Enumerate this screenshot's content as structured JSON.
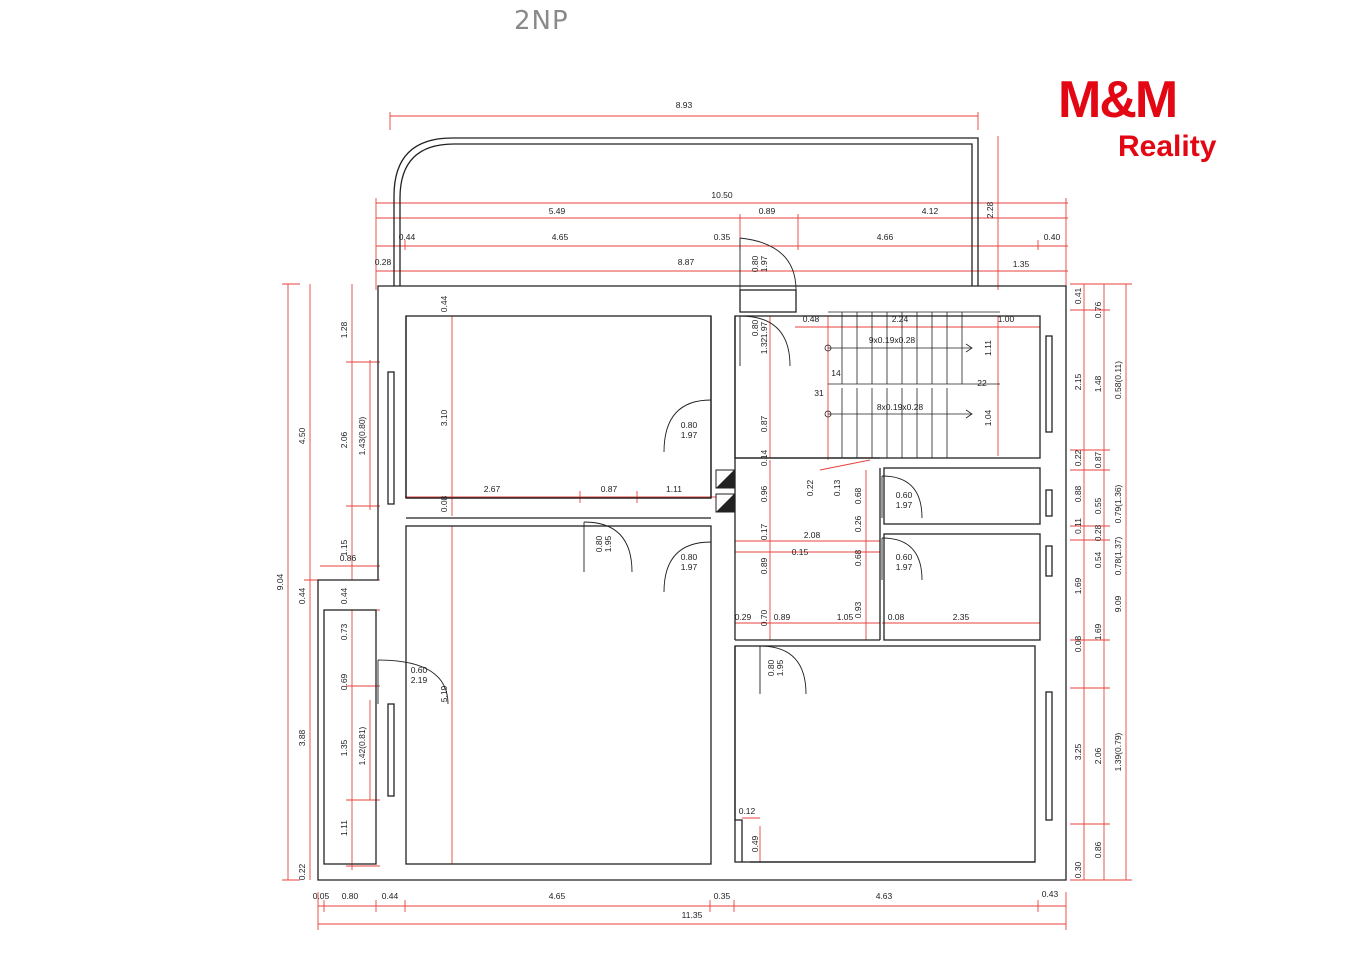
{
  "title": "2NP",
  "logo": {
    "brand": "M&M",
    "sub": "Reality",
    "color": "#e30613"
  },
  "colors": {
    "wall": "#222222",
    "dimension": "#e8423c",
    "text": "#222222"
  },
  "dimensions_top": [
    {
      "id": "t1",
      "text": "8.93"
    },
    {
      "id": "t2",
      "text": "10.50"
    },
    {
      "id": "t3",
      "text": "5.49"
    },
    {
      "id": "t4",
      "text": "0.89"
    },
    {
      "id": "t5",
      "text": "4.12"
    },
    {
      "id": "t6",
      "text": "0.44"
    },
    {
      "id": "t7",
      "text": "4.65"
    },
    {
      "id": "t8",
      "text": "0.35"
    },
    {
      "id": "t9",
      "text": "4.66"
    },
    {
      "id": "t10",
      "text": "0.40"
    },
    {
      "id": "t11",
      "text": "0.28"
    },
    {
      "id": "t12",
      "text": "8.87"
    },
    {
      "id": "t13",
      "text": "1.35"
    }
  ],
  "dimensions_bottom": [
    {
      "id": "b1",
      "text": "0.05"
    },
    {
      "id": "b2",
      "text": "0.80"
    },
    {
      "id": "b3",
      "text": "0.44"
    },
    {
      "id": "b4",
      "text": "4.65"
    },
    {
      "id": "b5",
      "text": "0.35"
    },
    {
      "id": "b6",
      "text": "4.63"
    },
    {
      "id": "b7",
      "text": "0.43"
    },
    {
      "id": "b8",
      "text": "11.35"
    }
  ],
  "dimensions_left": [
    {
      "id": "l1",
      "text": "9.04"
    },
    {
      "id": "l2",
      "text": "4.50"
    },
    {
      "id": "l3",
      "text": "1.28"
    },
    {
      "id": "l4",
      "text": "2.06"
    },
    {
      "id": "l5",
      "text": "1.43(0.80)"
    },
    {
      "id": "l6",
      "text": "1.15"
    },
    {
      "id": "l7",
      "text": "0.86"
    },
    {
      "id": "l8",
      "text": "0.44"
    },
    {
      "id": "l9",
      "text": "0.44"
    },
    {
      "id": "l10",
      "text": "0.73"
    },
    {
      "id": "l11",
      "text": "0.69"
    },
    {
      "id": "l12",
      "text": "3.88"
    },
    {
      "id": "l13",
      "text": "1.35"
    },
    {
      "id": "l14",
      "text": "1.42(0.81)"
    },
    {
      "id": "l15",
      "text": "1.11"
    },
    {
      "id": "l16",
      "text": "0.22"
    }
  ],
  "dimensions_right": [
    {
      "id": "r1",
      "text": "2.28"
    },
    {
      "id": "r2",
      "text": "0.41"
    },
    {
      "id": "r3",
      "text": "0.76"
    },
    {
      "id": "r4",
      "text": "2.15"
    },
    {
      "id": "r5",
      "text": "1.48"
    },
    {
      "id": "r6",
      "text": "0.58(0.11)"
    },
    {
      "id": "r7",
      "text": "0.22"
    },
    {
      "id": "r8",
      "text": "0.87"
    },
    {
      "id": "r9",
      "text": "0.88"
    },
    {
      "id": "r10",
      "text": "0.55"
    },
    {
      "id": "r11",
      "text": "0.79(1.36)"
    },
    {
      "id": "r12",
      "text": "0.11"
    },
    {
      "id": "r13",
      "text": "0.28"
    },
    {
      "id": "r14",
      "text": "0.54"
    },
    {
      "id": "r15",
      "text": "0.78(1.37)"
    },
    {
      "id": "r16",
      "text": "9.09"
    },
    {
      "id": "r17",
      "text": "1.69"
    },
    {
      "id": "r18",
      "text": "0.08"
    },
    {
      "id": "r19",
      "text": "1.69"
    },
    {
      "id": "r20",
      "text": "3.25"
    },
    {
      "id": "r21",
      "text": "2.06"
    },
    {
      "id": "r22",
      "text": "1.39(0.79)"
    },
    {
      "id": "r23",
      "text": "0.86"
    },
    {
      "id": "r24",
      "text": "0.30"
    }
  ],
  "dimensions_interior": [
    {
      "id": "i1",
      "text": "0.44"
    },
    {
      "id": "i2",
      "text": "3.10"
    },
    {
      "id": "i3",
      "text": "0.08"
    },
    {
      "id": "i4",
      "text": "2.67"
    },
    {
      "id": "i5",
      "text": "0.87"
    },
    {
      "id": "i6",
      "text": "1.11"
    },
    {
      "id": "i7",
      "text": "5.19"
    },
    {
      "id": "i8",
      "text": "0.48"
    },
    {
      "id": "i9",
      "text": "2.24"
    },
    {
      "id": "i10",
      "text": "1.00"
    },
    {
      "id": "i11",
      "text": "1.11"
    },
    {
      "id": "i12",
      "text": "1.04"
    },
    {
      "id": "i13",
      "text": "0.87"
    },
    {
      "id": "i14",
      "text": "0.14"
    },
    {
      "id": "i15",
      "text": "0.96"
    },
    {
      "id": "i16",
      "text": "0.22"
    },
    {
      "id": "i17",
      "text": "0.13"
    },
    {
      "id": "i18",
      "text": "0.68"
    },
    {
      "id": "i19",
      "text": "0.26"
    },
    {
      "id": "i20",
      "text": "0.17"
    },
    {
      "id": "i21",
      "text": "2.08"
    },
    {
      "id": "i22",
      "text": "0.15"
    },
    {
      "id": "i23",
      "text": "0.89"
    },
    {
      "id": "i24",
      "text": "0.68"
    },
    {
      "id": "i25",
      "text": "0.29"
    },
    {
      "id": "i26",
      "text": "0.70"
    },
    {
      "id": "i27",
      "text": "0.89"
    },
    {
      "id": "i28",
      "text": "1.05"
    },
    {
      "id": "i29",
      "text": "0.93"
    },
    {
      "id": "i30",
      "text": "0.08"
    },
    {
      "id": "i31",
      "text": "2.35"
    },
    {
      "id": "i32",
      "text": "0.12"
    },
    {
      "id": "i33",
      "text": "0.49"
    },
    {
      "id": "i34",
      "text": "31"
    },
    {
      "id": "i35",
      "text": "14"
    },
    {
      "id": "i36",
      "text": "22"
    }
  ],
  "stairs": [
    {
      "id": "s1",
      "text": "9x0.19x0.28"
    },
    {
      "id": "s2",
      "text": "8x0.19x0.28"
    }
  ],
  "doors": [
    {
      "id": "d1",
      "w": "0.80",
      "h": "1.97"
    },
    {
      "id": "d2",
      "w": "0.80",
      "h": "1.97"
    },
    {
      "id": "d3",
      "w": "0.80",
      "h": "1.97"
    },
    {
      "id": "d4",
      "w": "0.80",
      "h": "1.95"
    },
    {
      "id": "d5",
      "w": "0.80",
      "h": "1.97"
    },
    {
      "id": "d6",
      "w": "0.60",
      "h": "1.97"
    },
    {
      "id": "d7",
      "w": "0.60",
      "h": "1.97"
    },
    {
      "id": "d8",
      "w": "0.60",
      "h": "2.19"
    },
    {
      "id": "d9",
      "w": "0.80",
      "h": "1.95"
    }
  ],
  "extra_labels": [
    {
      "id": "x1",
      "text": "1.32"
    }
  ]
}
